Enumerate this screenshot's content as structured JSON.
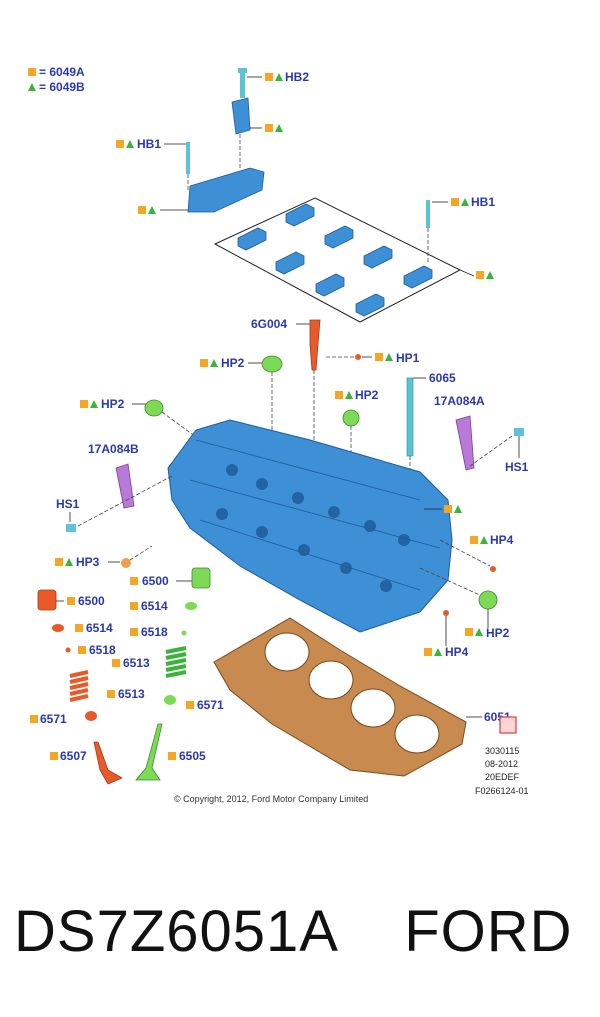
{
  "legend": {
    "square": "= 6049A",
    "triangle": "= 6049B"
  },
  "labels": {
    "hb2": "HB2",
    "hb1_left": "HB1",
    "hb1_right": "HB1",
    "6g004": "6G004",
    "hp1": "HP1",
    "hp2_top": "HP2",
    "6065": "6065",
    "hp2_left": "HP2",
    "hp2_mid": "HP2",
    "17a084a": "17A084A",
    "17a084b": "17A084B",
    "hs1_right": "HS1",
    "hs1_left": "HS1",
    "hp3": "HP3",
    "hp4_right": "HP4",
    "hp4_bottom": "HP4",
    "hp2_bottom": "HP2",
    "6500_a": "6500",
    "6500_b": "6500",
    "6514_a": "6514",
    "6514_b": "6514",
    "6518_a": "6518",
    "6518_b": "6518",
    "6513_a": "6513",
    "6513_b": "6513",
    "6571_a": "6571",
    "6571_b": "6571",
    "6507": "6507",
    "6505": "6505",
    "6051": "6051"
  },
  "meta": {
    "line1": "3030115",
    "line2": "08-2012",
    "line3": "20EDEF",
    "line4": "F0266124-01"
  },
  "copyright": "© Copyright, 2012, Ford Motor Company Limited",
  "part_number": "DS7Z6051A    FORD",
  "colors": {
    "label": "#2b3aa8",
    "square": "#f5a623",
    "triangle": "#3cb43c",
    "head": "#3d8fd6",
    "gasket": "#c98a50"
  }
}
